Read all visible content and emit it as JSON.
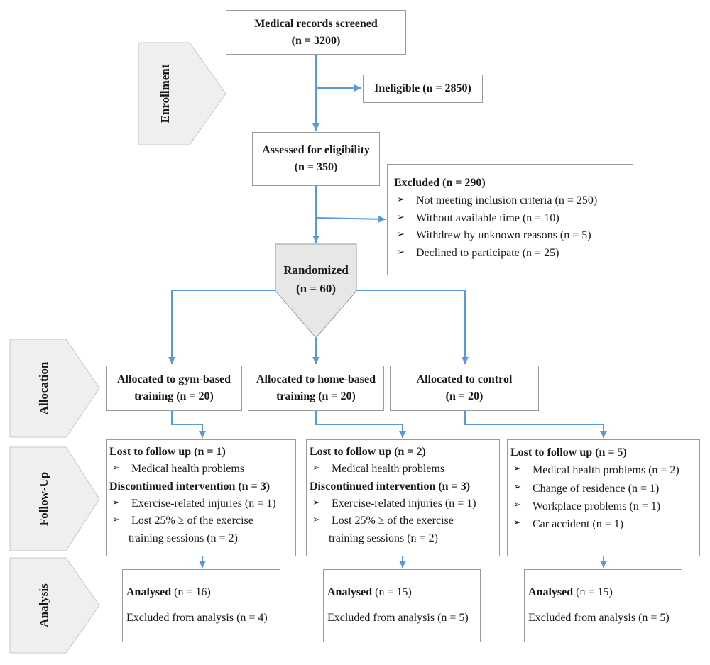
{
  "phases": {
    "enrollment": "Enrollment",
    "allocation": "Allocation",
    "follow_up": "Follow-Up",
    "analysis": "Analysis"
  },
  "screened": {
    "title": "Medical records screened",
    "count": "(n = 3200)"
  },
  "ineligible": {
    "text": "Ineligible (n = 2850)"
  },
  "assessed": {
    "title": "Assessed for eligibility",
    "count": "(n = 350)"
  },
  "excluded": {
    "title": "Excluded (n = 290)",
    "items": [
      "Not meeting inclusion criteria  (n = 250)",
      "Without available time  (n = 10)",
      "Withdrew by unknown reasons  (n = 5)",
      "Declined to participate  (n = 25)"
    ]
  },
  "randomized": {
    "title": "Randomized",
    "count": "(n = 60)"
  },
  "allocation": [
    {
      "line1": "Allocated to gym-based",
      "line2": "training (n = 20)"
    },
    {
      "line1": "Allocated to home-based",
      "line2": "training (n = 20)"
    },
    {
      "line1": "Allocated to control",
      "line2": "(n = 20)"
    }
  ],
  "follow_up": [
    {
      "lost_label": "Lost to follow up (n = 1)",
      "lost_items": [
        "Medical health problems"
      ],
      "disc_label": "Discontinued intervention (n = 3)",
      "disc_items": [
        "Exercise-related injuries (n = 1)",
        "Lost 25% ≥  of the exercise"
      ],
      "disc_cont": "training sessions (n = 2)"
    },
    {
      "lost_label": "Lost to follow up (n = 2)",
      "lost_items": [
        "Medical health problems"
      ],
      "disc_label": "Discontinued intervention (n = 3)",
      "disc_items": [
        "Exercise-related injuries (n = 1)",
        "Lost 25% ≥  of the exercise"
      ],
      "disc_cont": "training sessions (n = 2)"
    },
    {
      "lost_label": "Lost to follow up (n = 5)",
      "lost_items": [
        "Medical health problems (n = 2)",
        "Change of residence (n = 1)",
        "Workplace problems (n = 1)",
        "Car accident (n = 1)"
      ]
    }
  ],
  "analysis": [
    {
      "label": "Analysed",
      "count": " (n = 16)",
      "excluded": "Excluded from analysis (n = 4)"
    },
    {
      "label": "Analysed",
      "count": " (n = 15)",
      "excluded": "Excluded from analysis (n = 5)"
    },
    {
      "label": "Analysed",
      "count": " (n = 15)",
      "excluded": "Excluded from analysis (n = 5)"
    }
  ],
  "colors": {
    "arrow": "#5b9bd5",
    "box_border": "#9a9a9a",
    "phase_fill": "#efefef",
    "phase_stroke": "#c8c8c8",
    "randomized_fill": "#e7e7e7"
  }
}
